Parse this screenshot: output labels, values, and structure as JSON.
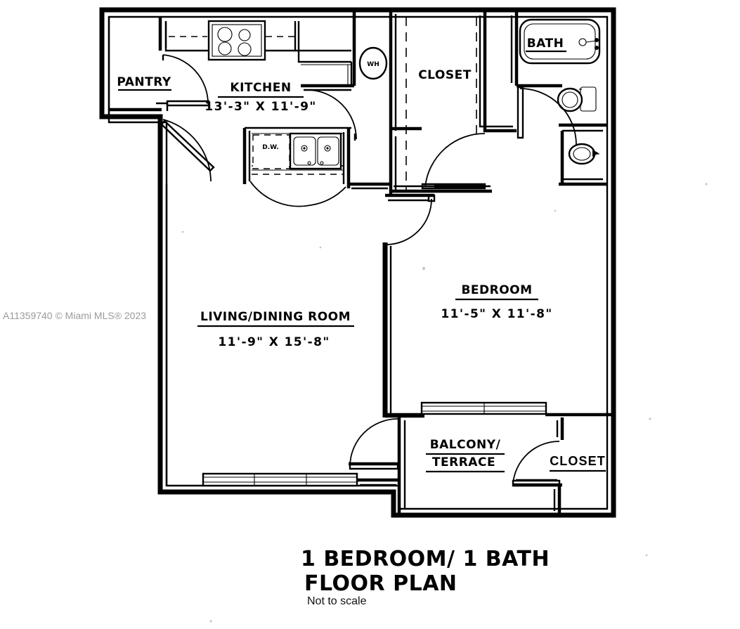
{
  "document": {
    "type": "real-estate-floor-plan",
    "title_line1": "1 BEDROOM/ 1 BATH",
    "title_line2": "FLOOR PLAN",
    "note": "Not to scale",
    "watermark": "A11359740 © Miami MLS® 2023"
  },
  "rooms": [
    {
      "key": "pantry",
      "label": "PANTRY",
      "dimensions": "",
      "underlined": true
    },
    {
      "key": "kitchen",
      "label": "KITCHEN",
      "dimensions": "13'-3\" X 11'-9\"",
      "underlined": true
    },
    {
      "key": "closet_entry",
      "label": "CLOSET",
      "dimensions": "",
      "underlined": false
    },
    {
      "key": "bath",
      "label": "BATH",
      "dimensions": "",
      "underlined": true
    },
    {
      "key": "living_dining",
      "label": "LIVING/DINING ROOM",
      "dimensions": "11'-9\" X 15'-8\"",
      "underlined": true
    },
    {
      "key": "bedroom",
      "label": "BEDROOM",
      "dimensions": "11'-5\" X 11'-8\"",
      "underlined": true
    },
    {
      "key": "balcony",
      "label_line1": "BALCONY/",
      "label_line2": "TERRACE",
      "dimensions": "",
      "underlined": true
    },
    {
      "key": "closet_bedroom",
      "label": "CLOSET",
      "dimensions": "",
      "underlined": true
    }
  ],
  "fixtures": [
    {
      "key": "range",
      "label": "",
      "icon": "range-cooktop-icon"
    },
    {
      "key": "dishwasher",
      "label": "D.W.",
      "icon": "dishwasher-icon"
    },
    {
      "key": "sink",
      "label": "",
      "icon": "double-sink-icon"
    },
    {
      "key": "water_heater",
      "label": "WH",
      "icon": "water-heater-icon"
    },
    {
      "key": "bathtub",
      "label": "BATH",
      "icon": "bathtub-icon"
    },
    {
      "key": "toilet",
      "label": "",
      "icon": "toilet-icon"
    },
    {
      "key": "vanity_sink",
      "label": "",
      "icon": "bathroom-sink-icon"
    }
  ],
  "openings": [
    {
      "key": "entry-door",
      "type": "swing-door"
    },
    {
      "key": "pantry-door",
      "type": "swing-door"
    },
    {
      "key": "kitchen-door",
      "type": "swing-door"
    },
    {
      "key": "entry-closet-door",
      "type": "swing-door"
    },
    {
      "key": "bath-door",
      "type": "swing-door"
    },
    {
      "key": "bedroom-door",
      "type": "swing-door"
    },
    {
      "key": "balcony-door-living",
      "type": "swing-door"
    },
    {
      "key": "bedroom-closet-door",
      "type": "swing-door"
    },
    {
      "key": "living-window",
      "type": "sliding-window"
    },
    {
      "key": "bedroom-slider",
      "type": "sliding-glass-door"
    }
  ],
  "colors": {
    "line": "#000000",
    "background": "#ffffff",
    "watermark": "#9a9a9a"
  }
}
